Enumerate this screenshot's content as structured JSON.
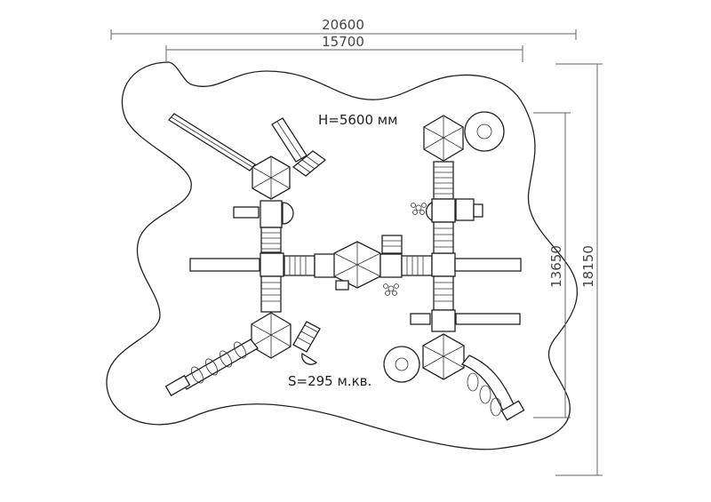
{
  "dimensions": {
    "top_outer": "20600",
    "top_inner": "15700",
    "right_inner": "13650",
    "right_outer": "18150"
  },
  "labels": {
    "height": "H=5600 мм",
    "area": "S=295 м.кв."
  },
  "colors": {
    "line": "#222222",
    "dimension": "#666666",
    "background": "#ffffff"
  }
}
